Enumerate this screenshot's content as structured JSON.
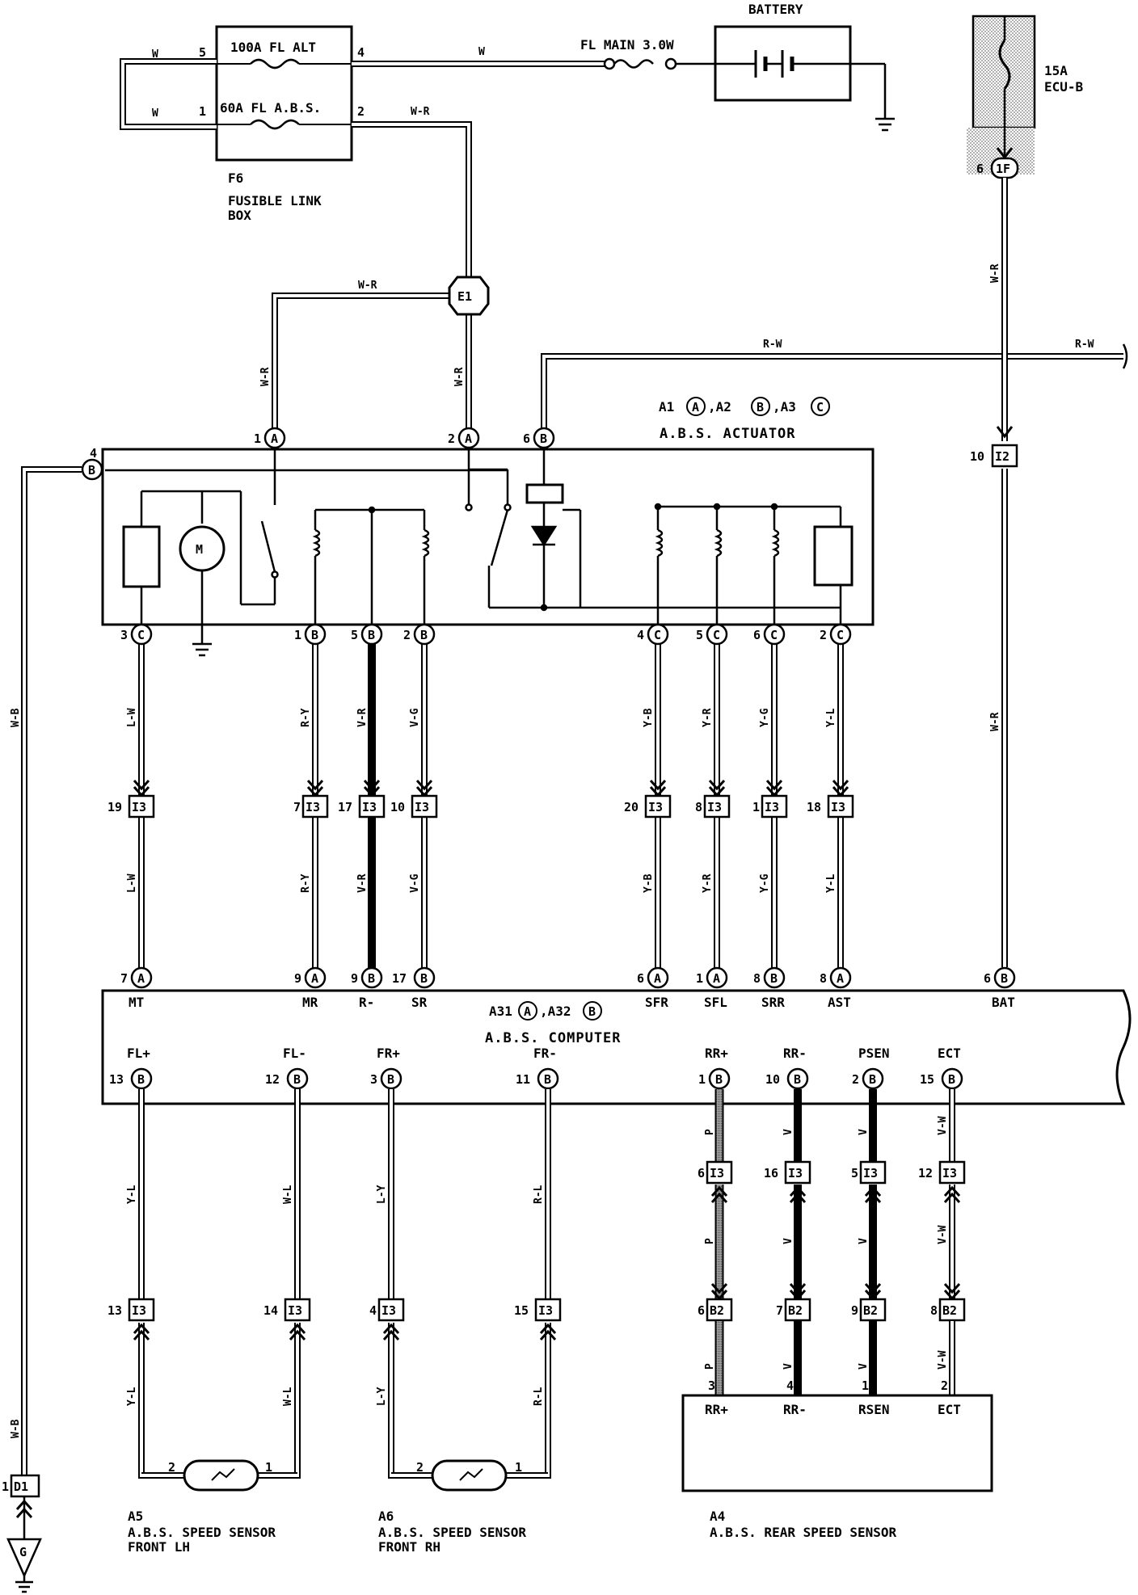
{
  "fusible_link_box": {
    "id": "F6",
    "title": "FUSIBLE LINK",
    "title2": "BOX",
    "fuse_alt": "100A FL ALT",
    "fuse_abs": "60A FL A.B.S.",
    "pin_alt_left": "5",
    "pin_alt_right": "4",
    "pin_abs_left": "1",
    "pin_abs_right": "2"
  },
  "battery": {
    "label": "BATTERY",
    "fl_main": "FL MAIN 3.0W"
  },
  "ecu_b": {
    "label1": "15A",
    "label2": "ECU-B",
    "connector": "1F",
    "pin": "6"
  },
  "junction": {
    "label": "E1"
  },
  "wires": {
    "w": "W",
    "w_r": "W-R",
    "r_w": "R-W",
    "w_b": "W-B",
    "l_w": "L-W",
    "r_y": "R-Y",
    "v_r": "V-R",
    "v_g": "V-G",
    "y_b": "Y-B",
    "y_r": "Y-R",
    "y_g": "Y-G",
    "y_l": "Y-L",
    "w_l": "W-L",
    "l_y": "L-Y",
    "r_l": "R-L",
    "p": "P",
    "v": "V",
    "v_w": "V-W"
  },
  "actuator": {
    "title": "A.B.S. ACTUATOR",
    "codes_prefix1": "A1",
    "codes_prefix2": ",A2",
    "codes_prefix3": ",A3",
    "conn_a": "A",
    "conn_b": "B",
    "conn_c": "C",
    "motor": "M",
    "top_pins": [
      "1",
      "2",
      "6",
      "4"
    ],
    "bottom_pins": [
      "3",
      "1",
      "5",
      "2",
      "4",
      "5",
      "6",
      "2"
    ]
  },
  "i_connectors": {
    "i3": "I3",
    "i2": "I2",
    "b2": "B2",
    "d1": "D1"
  },
  "i3_pins_upper": [
    "19",
    "7",
    "17",
    "10",
    "20",
    "8",
    "1",
    "18"
  ],
  "i2_pin": "10",
  "computer": {
    "title": "A.B.S. COMPUTER",
    "codes1": "A31",
    "codes2": ",A32",
    "top_terms": [
      "MT",
      "MR",
      "R-",
      "SR",
      "SFR",
      "SFL",
      "SRR",
      "AST",
      "BAT"
    ],
    "top_pins": [
      "7",
      "9",
      "9",
      "17",
      "6",
      "1",
      "8",
      "8",
      "6"
    ],
    "bottom_terms": [
      "FL+",
      "FL-",
      "FR+",
      "FR-",
      "RR+",
      "RR-",
      "PSEN",
      "ECT"
    ],
    "bottom_pins": [
      "13",
      "12",
      "3",
      "11",
      "1",
      "10",
      "2",
      "15"
    ]
  },
  "lower_i3_pins_a": [
    "6",
    "16",
    "5",
    "12"
  ],
  "lower_b2_pins": [
    "6",
    "7",
    "9",
    "8"
  ],
  "lower_i3_pins_b": [
    "13",
    "14",
    "4",
    "15"
  ],
  "sensor_a5": {
    "id": "A5",
    "line1": "A.B.S. SPEED SENSOR",
    "line2": "FRONT LH",
    "pin_l": "2",
    "pin_r": "1"
  },
  "sensor_a6": {
    "id": "A6",
    "line1": "A.B.S. SPEED SENSOR",
    "line2": "FRONT RH",
    "pin_l": "2",
    "pin_r": "1"
  },
  "sensor_a4": {
    "id": "A4",
    "title": "A.B.S. REAR SPEED SENSOR",
    "terms": [
      "RR+",
      "RR-",
      "RSEN",
      "ECT"
    ],
    "pins": [
      "3",
      "4",
      "1",
      "2"
    ]
  },
  "ground_d1": {
    "pin": "1",
    "ground_label": "G"
  }
}
